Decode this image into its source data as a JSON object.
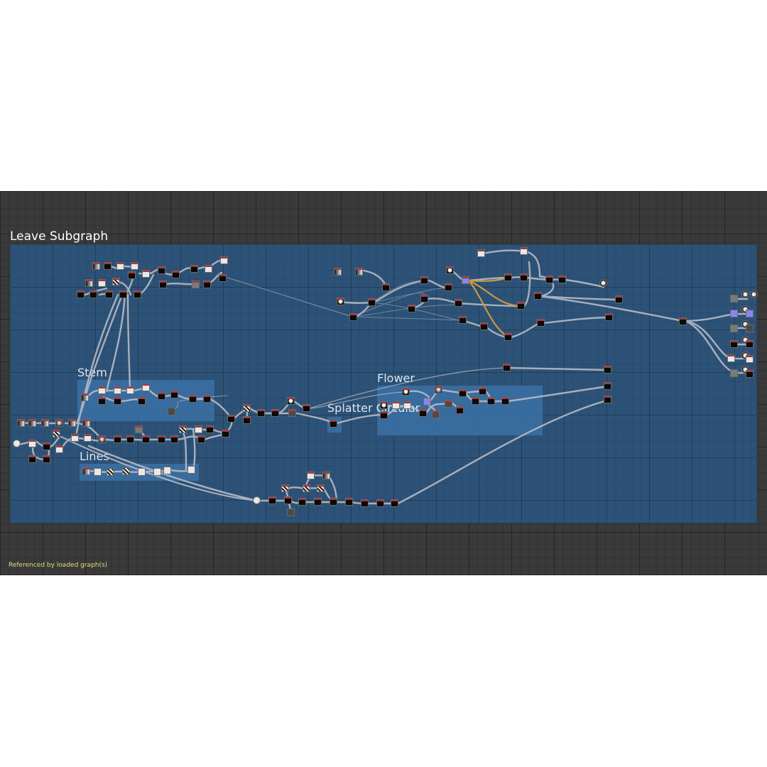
{
  "frame": {
    "title": "Leave Subgraph"
  },
  "groups": {
    "stem": "Stem",
    "lines": "Lines",
    "flower": "Flower",
    "splatter": "Splatter Circular"
  },
  "status": {
    "text": "Referenced by loaded graph(s)"
  },
  "colors": {
    "editor_bg": "#3a3a3a",
    "frame_bg": "#2d5277",
    "group_bg": "#3a6ea2",
    "status_text": "#e3dc7e",
    "highlight_wire": "#e0a040"
  }
}
